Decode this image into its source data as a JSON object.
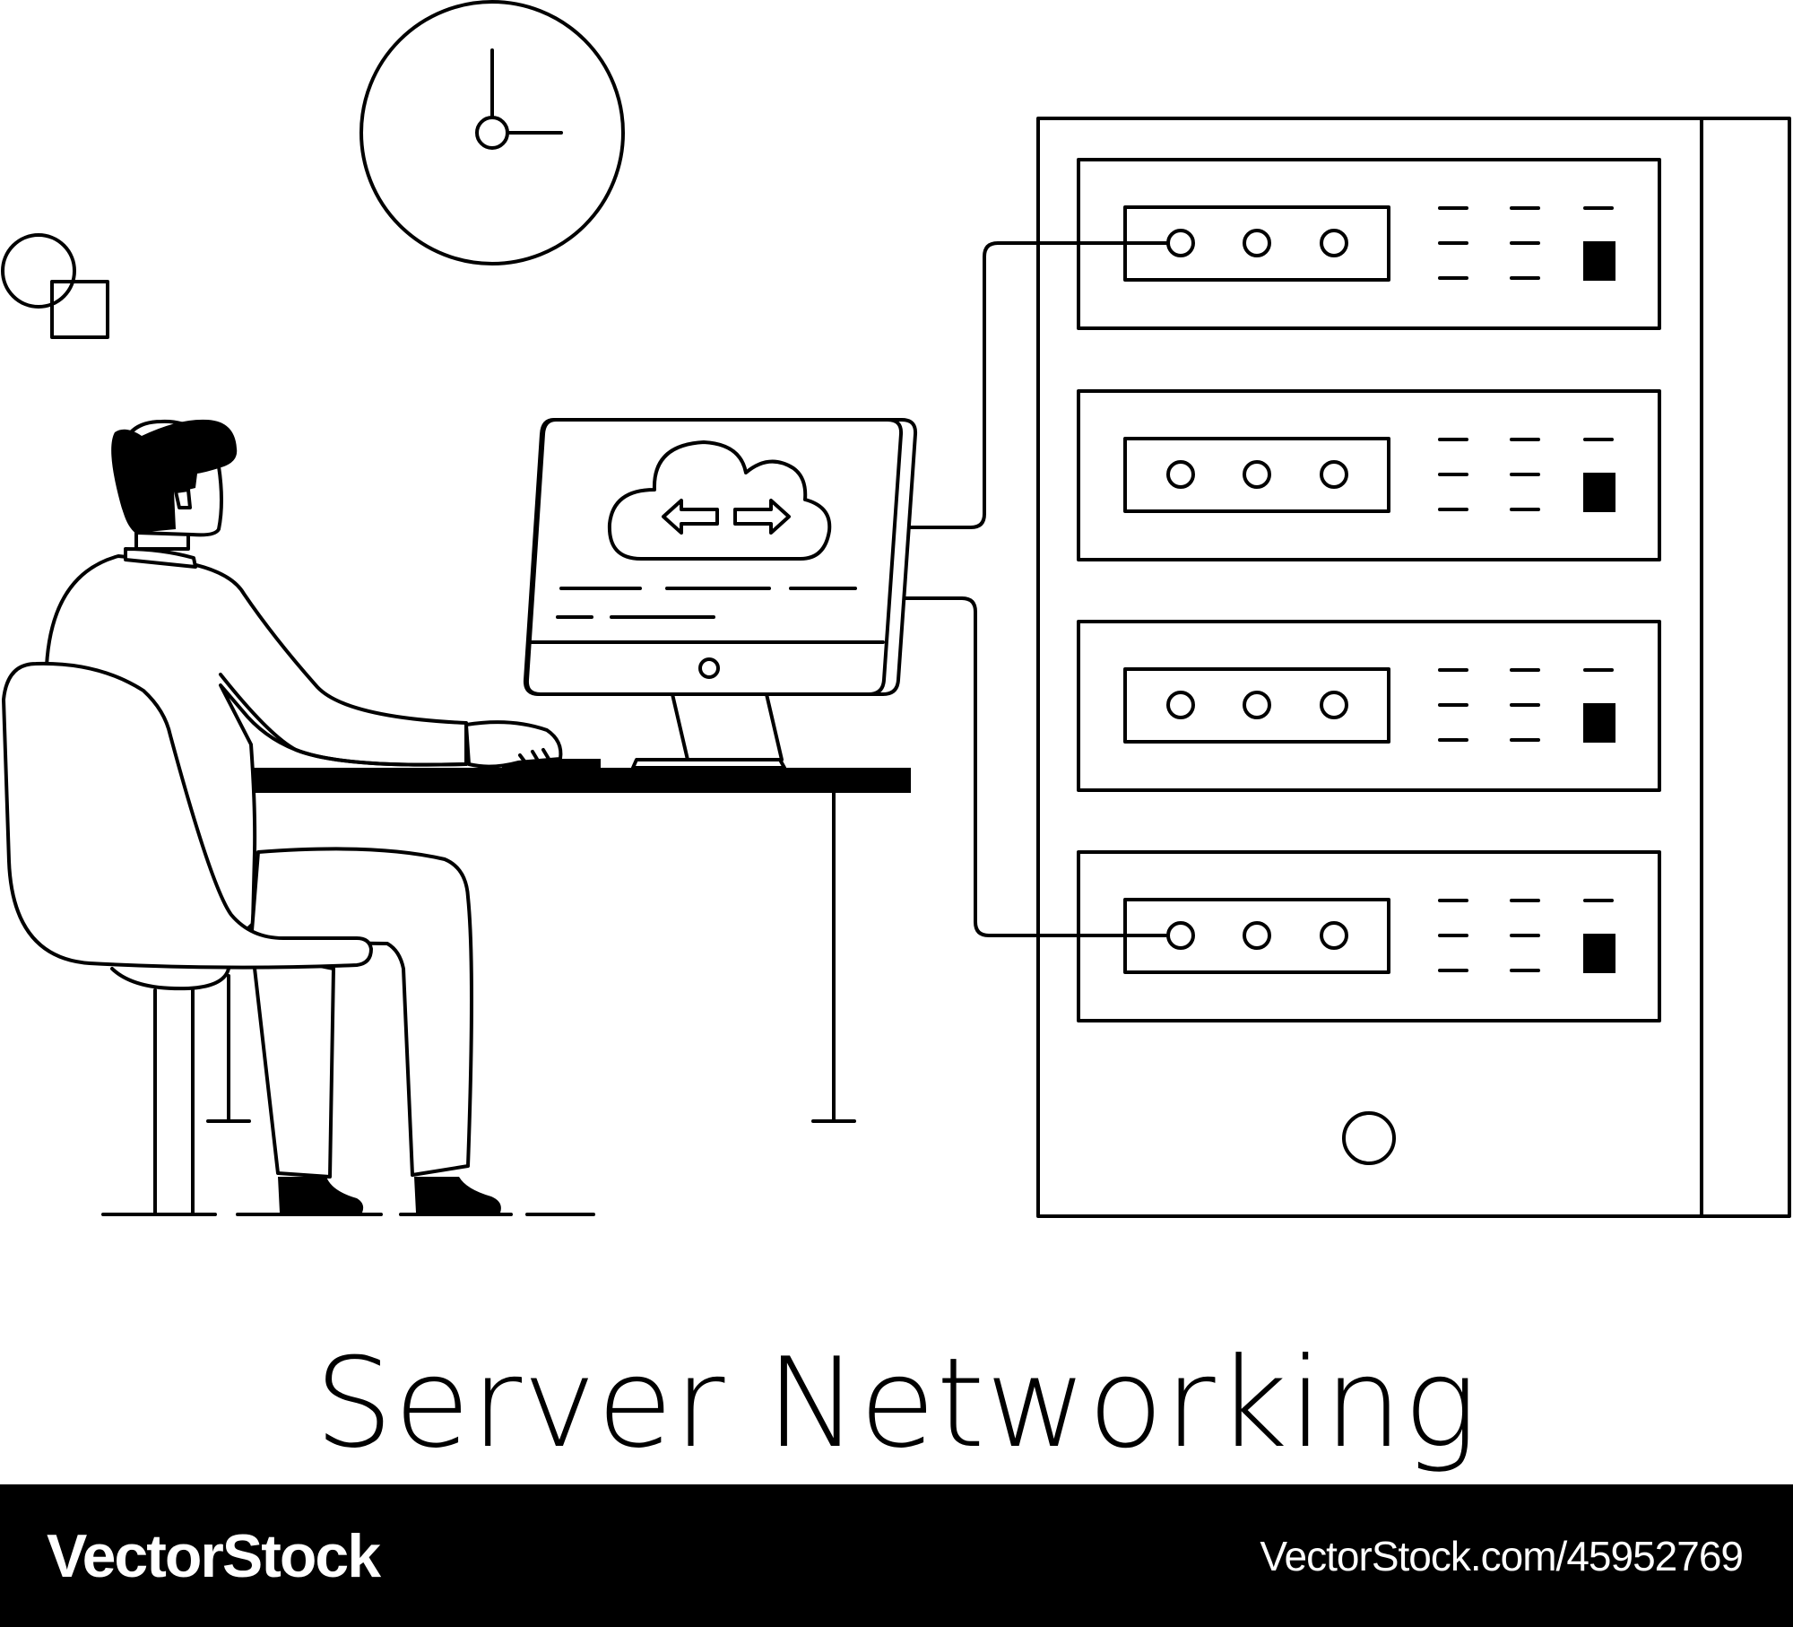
{
  "caption": "Server Networking",
  "footer": {
    "brand": "VectorStock",
    "url": "VectorStock.com/45952769"
  },
  "icons": {
    "clock": "wall-clock-icon",
    "shapes": "circle-square-icon",
    "cloud": "cloud-transfer-icon",
    "server": "server-rack-icon"
  },
  "colors": {
    "ink": "#000000",
    "background": "#ffffff"
  }
}
